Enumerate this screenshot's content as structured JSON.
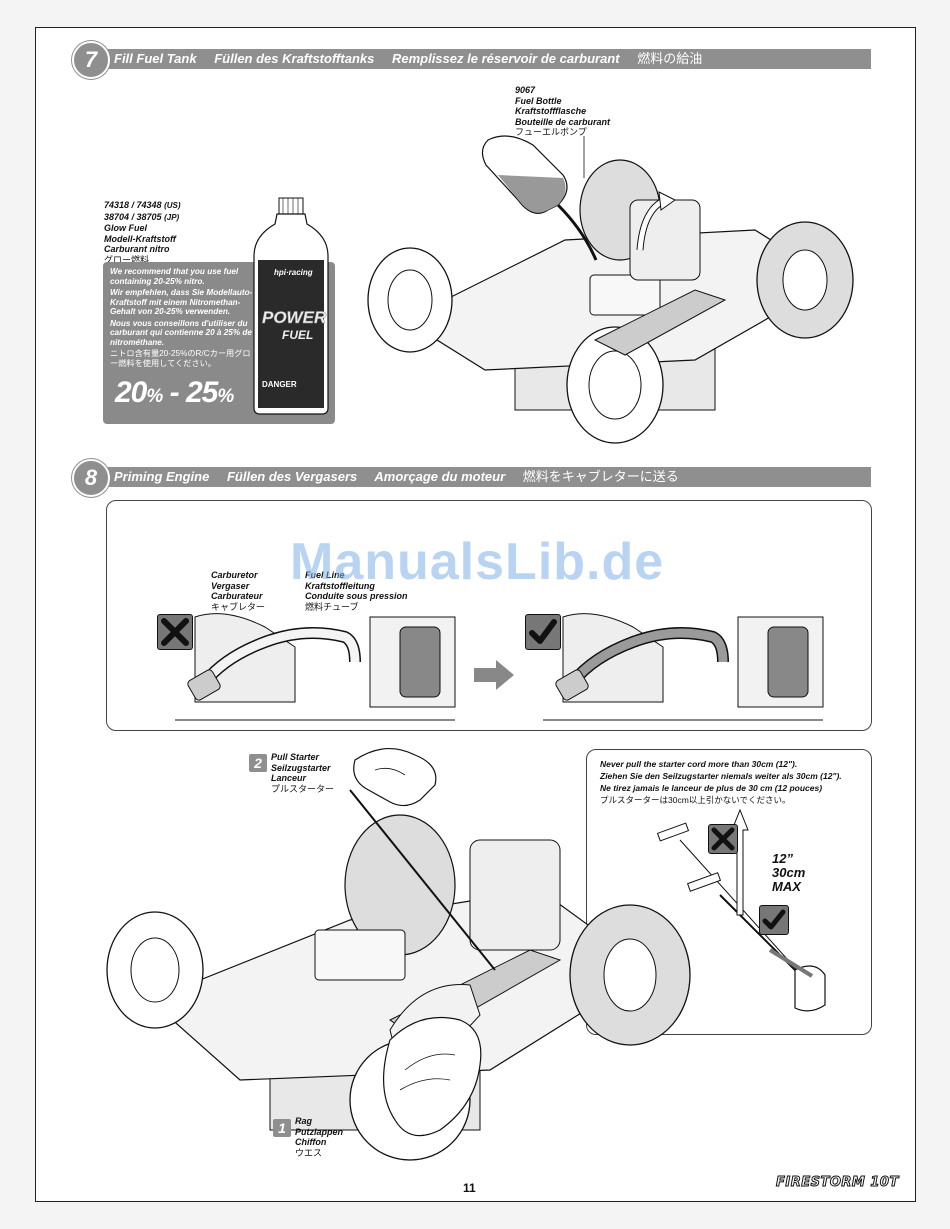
{
  "step7": {
    "number": "7",
    "title_en": "Fill Fuel Tank",
    "title_de": "Füllen des Kraftstofftanks",
    "title_fr": "Remplissez le réservoir de carburant",
    "title_jp": "燃料の給油"
  },
  "fuel_bottle": {
    "part": "9067",
    "en": "Fuel Bottle",
    "de": "Kraftstoffflasche",
    "fr": "Bouteille de carburant",
    "jp": "フューエルボンプ"
  },
  "glow_fuel": {
    "part_us": "74318 / 74348",
    "us_tag": "(US)",
    "part_jp": "38704 / 38705",
    "jp_tag": "(JP)",
    "en": "Glow Fuel",
    "de": "Modell-Kraftstoff",
    "fr": "Carburant nitro",
    "jp": "グロー燃料"
  },
  "recommend": {
    "en": "We recommend that you use fuel containing 20-25% nitro.",
    "de": "Wir empfehlen, dass Sie Modellauto-Kraftstoff mit einem Nitromethan-Gehalt von 20-25% verwenden.",
    "fr": "Nous vous conseillons d'utiliser du carburant qui contienne 20 à 25% de nitrométhane.",
    "jp": "ニトロ含有量20-25%のR/Cカー用グロー燃料を使用してください。",
    "low": "20",
    "high": "25",
    "pct": "%",
    "dash": "-"
  },
  "bottle_label": {
    "brand": "hpi·racing",
    "power": "POWER",
    "fuel": "FUEL",
    "danger": "DANGER"
  },
  "step8": {
    "number": "8",
    "title_en": "Priming Engine",
    "title_de": "Füllen des Vergasers",
    "title_fr": "Amorçage du moteur",
    "title_jp": "燃料をキャブレターに送る"
  },
  "carburetor": {
    "en": "Carburetor",
    "de": "Vergaser",
    "fr": "Carburateur",
    "jp": "キャブレター"
  },
  "fuel_line": {
    "en": "Fuel Line",
    "de": "Kraftstoffleitung",
    "fr": "Conduite sous pression",
    "jp": "燃料チューブ"
  },
  "pull_starter": {
    "number": "2",
    "en": "Pull Starter",
    "de": "Seilzugstarter",
    "fr": "Lanceur",
    "jp": "プルスターター"
  },
  "caution": {
    "en": "Never pull the starter cord more than 30cm (12\").",
    "de": "Ziehen Sie den Seilzugstarter niemals weiter als 30cm (12\").",
    "fr": "Ne tirez jamais le lanceur de plus de 30 cm (12 pouces)",
    "jp": "プルスターターは30cm以上引かないでください。"
  },
  "max_length": {
    "inches": "12”",
    "cm": "30cm",
    "max": "MAX"
  },
  "rag": {
    "number": "1",
    "en": "Rag",
    "de": "Putzlappen",
    "fr": "Chiffon",
    "jp": "ウエス"
  },
  "footer": {
    "page_number": "11",
    "logo": "FIRESTORM 10T"
  },
  "watermark": "ManualsLib.de"
}
